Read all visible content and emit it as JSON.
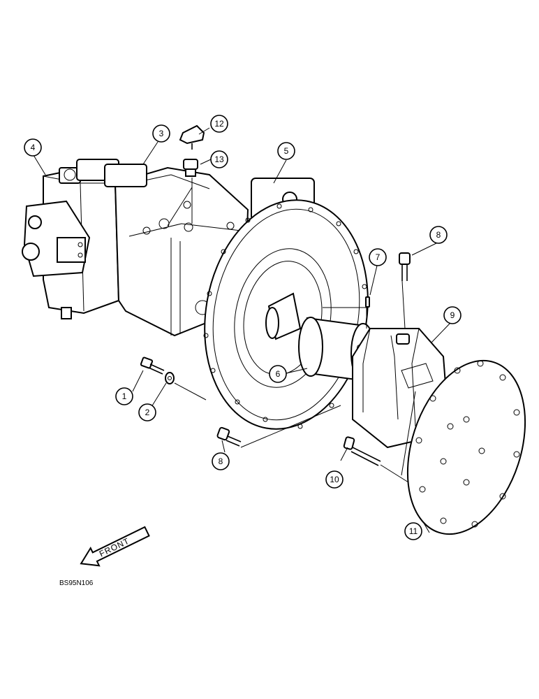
{
  "diagram": {
    "callouts": [
      {
        "id": "1",
        "label": "1"
      },
      {
        "id": "2",
        "label": "2"
      },
      {
        "id": "3",
        "label": "3"
      },
      {
        "id": "4",
        "label": "4"
      },
      {
        "id": "5",
        "label": "5"
      },
      {
        "id": "6",
        "label": "6"
      },
      {
        "id": "7",
        "label": "7"
      },
      {
        "id": "8a",
        "label": "8"
      },
      {
        "id": "8b",
        "label": "8"
      },
      {
        "id": "9",
        "label": "9"
      },
      {
        "id": "10",
        "label": "10"
      },
      {
        "id": "11",
        "label": "11"
      },
      {
        "id": "12",
        "label": "12"
      },
      {
        "id": "13",
        "label": "13"
      }
    ],
    "front_label": "FRONT",
    "reference_code": "BS95N106"
  }
}
